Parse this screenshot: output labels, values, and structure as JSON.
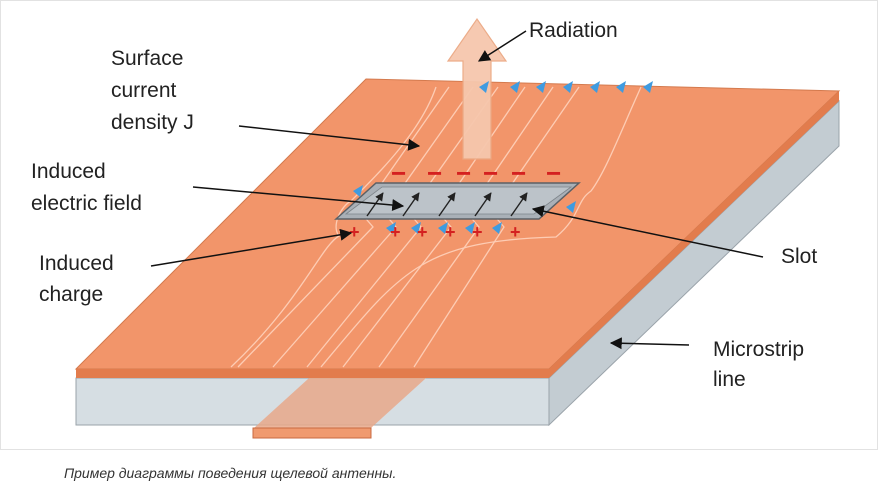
{
  "labels": {
    "radiation": "Radiation",
    "surface_current": [
      "Surface",
      "current",
      "density J"
    ],
    "induced_field": [
      "Induced",
      "electric field"
    ],
    "induced_charge": [
      "Induced",
      "charge"
    ],
    "slot": "Slot",
    "microstrip": [
      "Microstrip",
      "line"
    ]
  },
  "charges": {
    "negative": "−",
    "positive": "+"
  },
  "colors": {
    "copper_top": "#F2956A",
    "copper_edge": "#E27C4D",
    "substrate_front": "#D6DEE3",
    "substrate_side": "#C3CCD2",
    "slot_fill": "#A9B0B7",
    "current_arrow": "#3F9BE0",
    "charge_red": "#D42020",
    "radiation_arrow": "#F6C7AD"
  },
  "caption": "Пример диаграммы поведения щелевой антенны."
}
